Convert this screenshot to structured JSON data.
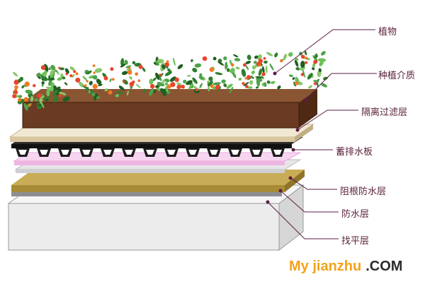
{
  "labels": {
    "plants": "植物",
    "planting_medium": "种植介质",
    "filter_layer": "隔离过滤层",
    "drainage_board": "蓄排水板",
    "root_barrier": "阻根防水层",
    "waterproof_layer": "防水层",
    "leveling_layer": "找平层"
  },
  "watermark": {
    "brand": "My jianzhu",
    "suffix": ".COM"
  },
  "colors": {
    "leader_line": "#5b1d44",
    "soil": "#6b3a22",
    "filter": "#ece2cc",
    "drainage": "#1c1c1c",
    "root_barrier": "#f4c4ec",
    "waterproof": "#e6e6e8",
    "insulation": "#c9ad56",
    "leveling": "#ededed",
    "plant_green": "#3c8d3a",
    "flower": "#e8452c"
  }
}
